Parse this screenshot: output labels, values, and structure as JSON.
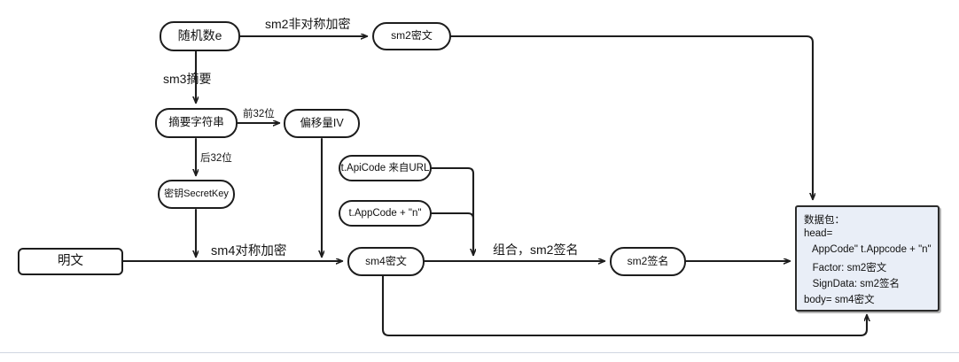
{
  "diagram": {
    "title": "SM2/SM3/SM4 encryption flow",
    "bg": "#ffffff",
    "stroke": "#1d1d1d",
    "packet_fill": "#e9eef7"
  },
  "nodes": {
    "random_e": "随机数e",
    "sm2_cipher": "sm2密文",
    "digest_str": "摘要字符串",
    "iv": "偏移量IV",
    "secret_key": "密钥SecretKey",
    "api_code": "t.ApiCode 来自URL",
    "app_code": "t.AppCode + \"n\"",
    "plain_text": "明文",
    "sm4_cipher": "sm4密文",
    "sm2_sign": "sm2签名"
  },
  "edge_labels": {
    "sm2_asym": "sm2非对称加密",
    "sm3_digest": "sm3摘要",
    "first32": "前32位",
    "last32": "后32位",
    "sm4_sym": "sm4对称加密",
    "combine_sign": "组合，sm2签名"
  },
  "packet": {
    "lines": [
      "数据包：",
      "head=",
      "   AppCode\" t.Appcode + \"n\"",
      "   Factor: sm2密文",
      "   SignData: sm2签名",
      "body= sm4密文"
    ]
  }
}
